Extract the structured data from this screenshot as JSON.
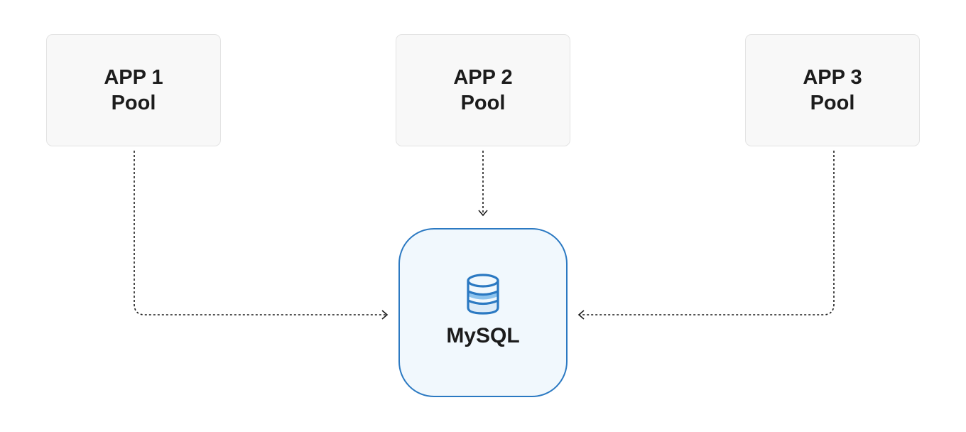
{
  "pools": [
    {
      "line1": "APP 1",
      "line2": "Pool"
    },
    {
      "line1": "APP 2",
      "line2": "Pool"
    },
    {
      "line1": "APP 3",
      "line2": "Pool"
    }
  ],
  "database": {
    "label": "MySQL",
    "icon": "database-icon"
  },
  "colors": {
    "pool_fill": "#f8f8f8",
    "pool_border": "#e3e3e3",
    "db_fill": "#f1f8fd",
    "db_border": "#2b79c2",
    "db_icon": "#2b79c2",
    "connector": "#1c1c1c"
  }
}
